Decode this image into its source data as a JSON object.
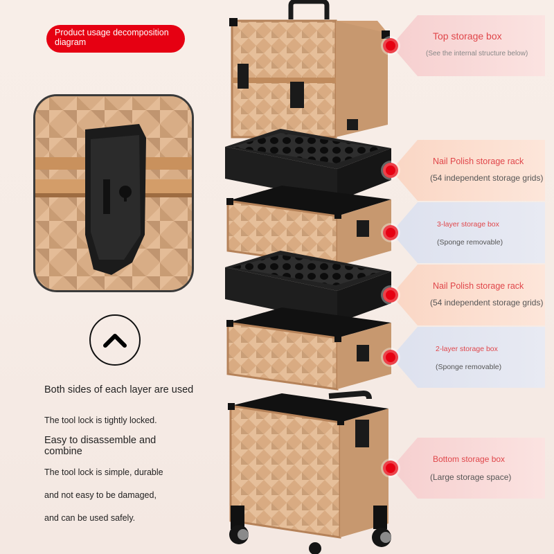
{
  "header": {
    "badge": "Product usage decomposition diagram"
  },
  "left_text": {
    "line1": "Both sides of each layer are used",
    "line2": "The tool lock is tightly locked.",
    "line3": "Easy to disassemble and combine",
    "line4": "The tool lock is simple, durable",
    "line5": "and not easy to be damaged,",
    "line6": "and can be used safely."
  },
  "callouts": [
    {
      "title": "Top storage box",
      "subtitle": "(See the internal structure below)",
      "color": "#f6cfcf"
    },
    {
      "title": "Nail Polish storage rack",
      "subtitle": "(54 independent storage grids)",
      "color": "#fad6c4"
    },
    {
      "title": "3-layer storage box",
      "subtitle": "(Sponge removable)",
      "color": "#dde1ee"
    },
    {
      "title": "Nail Polish storage rack",
      "subtitle": "(54 independent storage grids)",
      "color": "#fad6c4"
    },
    {
      "title": "2-layer storage box",
      "subtitle": "(Sponge removable)",
      "color": "#dde1ee"
    },
    {
      "title": "Bottom storage box",
      "subtitle": "(Large storage space)",
      "color": "#f6cfcf"
    }
  ],
  "icons": {
    "scroll_up": "chevron-up-icon",
    "marker": "red-dot-icon",
    "lock": "lock-icon"
  },
  "colors": {
    "accent": "#e60012",
    "case": "#d6a77e",
    "foam": "#2a2a2a"
  }
}
